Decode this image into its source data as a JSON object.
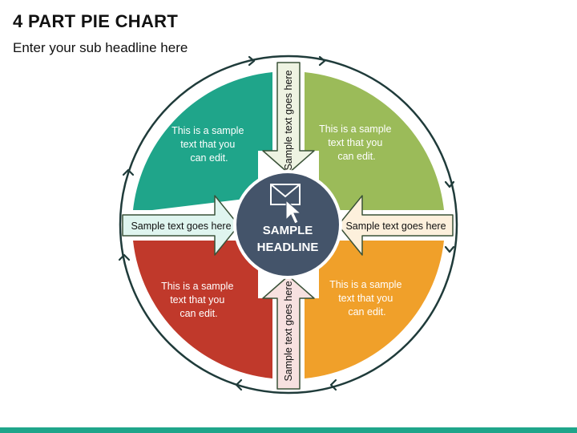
{
  "header": {
    "title": "4 PART PIE CHART",
    "subtitle": "Enter your sub headline here"
  },
  "center": {
    "line1": "SAMPLE",
    "line2": "HEADLINE",
    "icon": "mail-cursor-icon",
    "color": "#44546a"
  },
  "segments": [
    {
      "id": "top-left",
      "color": "#1fa58a",
      "lines": [
        "This is a sample",
        "text that you",
        "can edit."
      ]
    },
    {
      "id": "top-right",
      "color": "#9bbb59",
      "lines": [
        "This is a sample",
        "text that you",
        "can edit."
      ]
    },
    {
      "id": "bottom-left",
      "color": "#c0392b",
      "lines": [
        "This is a sample",
        "text that you",
        "can edit."
      ]
    },
    {
      "id": "bottom-right",
      "color": "#f0a02a",
      "lines": [
        "This is a sample",
        "text that you",
        "can edit."
      ]
    }
  ],
  "arrows": {
    "top": {
      "label": "Sample text goes here",
      "fill": "#eef3e2"
    },
    "left": {
      "label": "Sample text goes here",
      "fill": "#dff5ef"
    },
    "right": {
      "label": "Sample text goes here",
      "fill": "#fdf0dc"
    },
    "bottom": {
      "label": "Sample text goes here",
      "fill": "#f7e1e0"
    }
  },
  "ring_color": "#1f3b3a",
  "footer_color": "#1fa58a"
}
